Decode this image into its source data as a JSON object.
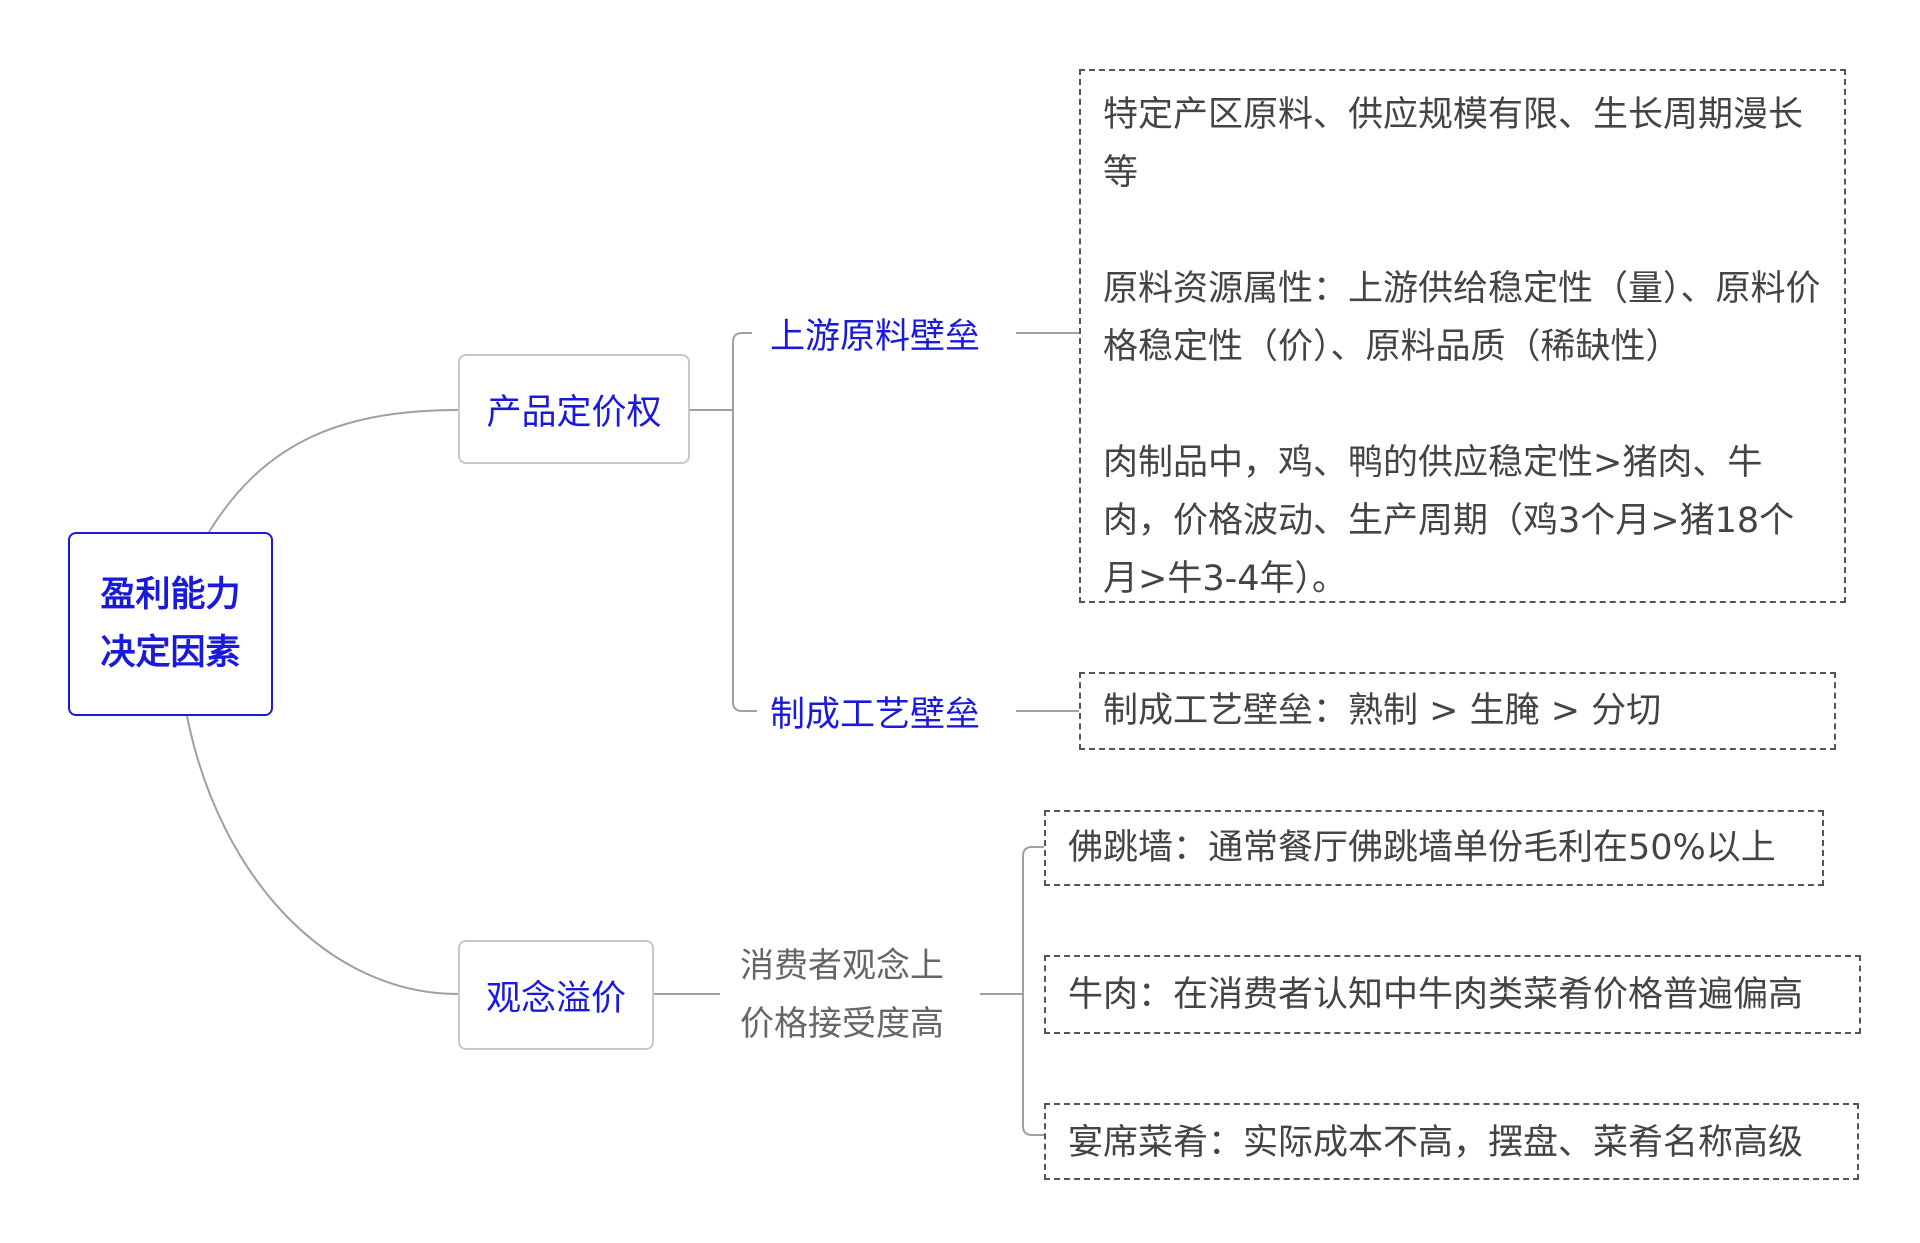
{
  "root": {
    "line1": "盈利能力",
    "line2": "决定因素"
  },
  "branches": [
    {
      "label": "产品定价权",
      "children": [
        {
          "label": "上游原料壁垒",
          "note": [
            "特定产区原料、供应规模有限、生长周期漫长等",
            "原料资源属性：上游供给稳定性（量）、原料价格稳定性（价）、原料品质（稀缺性）",
            "肉制品中，鸡、鸭的供应稳定性>猪肉、牛肉，价格波动、生产周期（鸡3个月>猪18个月>牛3-4年）。"
          ]
        },
        {
          "label": "制成工艺壁垒",
          "note": [
            "制成工艺壁垒：熟制 > 生腌 > 分切"
          ]
        }
      ]
    },
    {
      "label": "观念溢价",
      "child": {
        "line1": "消费者观念上",
        "line2": "价格接受度高",
        "notes": [
          "佛跳墙：通常餐厅佛跳墙单份毛利在50%以上",
          "牛肉：在消费者认知中牛肉类菜肴价格普遍偏高",
          "宴席菜肴：实际成本不高，摆盘、菜肴名称高级"
        ]
      }
    }
  ],
  "colors": {
    "accent": "#1a1adb",
    "line": "#999999",
    "text": "#444444"
  }
}
